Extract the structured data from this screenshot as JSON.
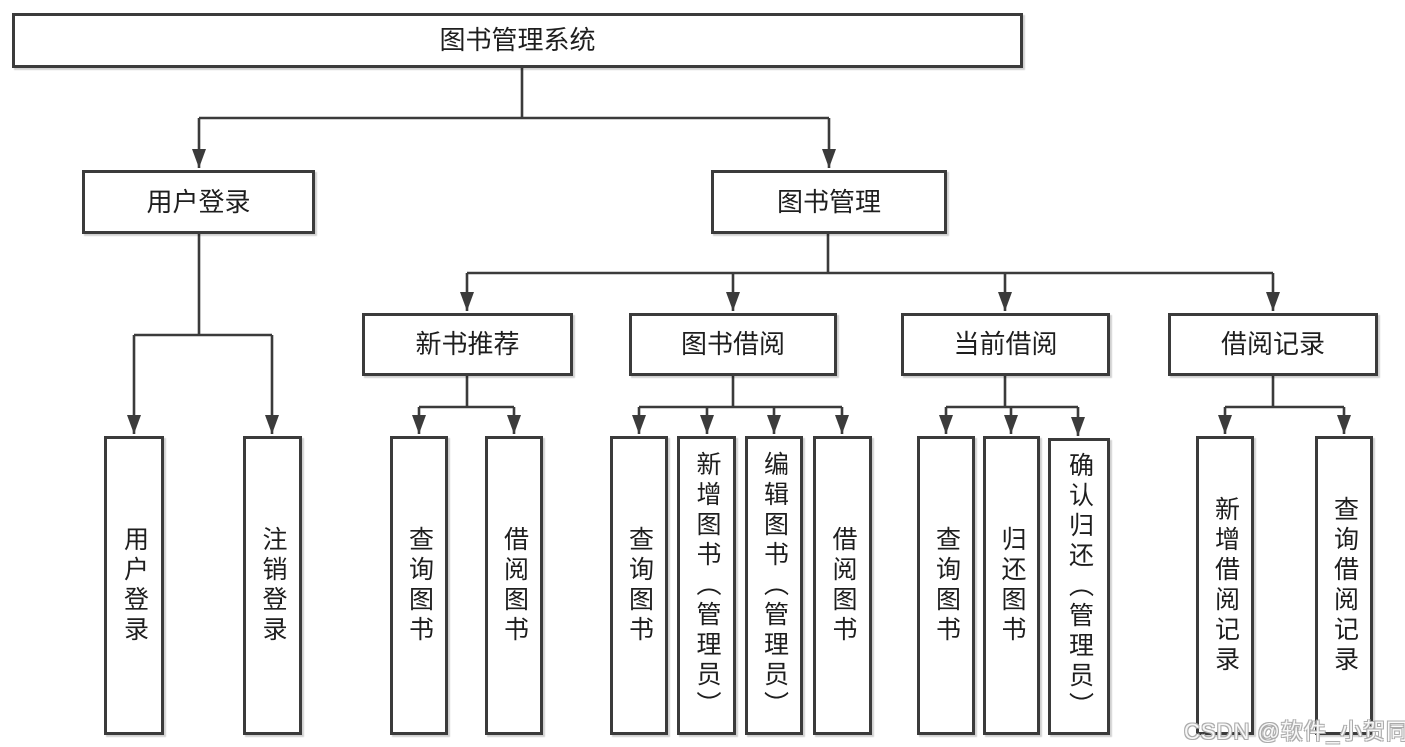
{
  "nodes": {
    "root": {
      "label": "图书管理系统"
    },
    "user_login": {
      "label": "用户登录"
    },
    "book_management": {
      "label": "图书管理"
    },
    "new_book_recommend": {
      "label": "新书推荐"
    },
    "book_borrow": {
      "label": "图书借阅"
    },
    "current_borrow": {
      "label": "当前借阅"
    },
    "borrow_records": {
      "label": "借阅记录"
    },
    "leaf_user_login": {
      "label": "用户登录"
    },
    "leaf_logout": {
      "label": "注销登录"
    },
    "leaf_query_books_new": {
      "label": "查询图书"
    },
    "leaf_borrow_books_new": {
      "label": "借阅图书"
    },
    "leaf_query_books_borrow": {
      "label": "查询图书"
    },
    "leaf_add_books_admin": {
      "label": "新增图书（管理员）"
    },
    "leaf_edit_books_admin": {
      "label": "编辑图书（管理员）"
    },
    "leaf_borrow_books_borrow": {
      "label": "借阅图书"
    },
    "leaf_query_books_current": {
      "label": "查询图书"
    },
    "leaf_return_books": {
      "label": "归还图书"
    },
    "leaf_confirm_return_admin": {
      "label": "确认归还（管理员）"
    },
    "leaf_add_borrow_record": {
      "label": "新增借阅记录"
    },
    "leaf_query_borrow_record": {
      "label": "查询借阅记录"
    }
  },
  "watermark": {
    "text": "CSDN @软件_小贺同学"
  },
  "colors": {
    "line": "#3b3b3b",
    "text": "#1e1e1e",
    "box_background": "#ffffff",
    "page_background": "#ffffff",
    "watermark_outline": "#ababab"
  }
}
